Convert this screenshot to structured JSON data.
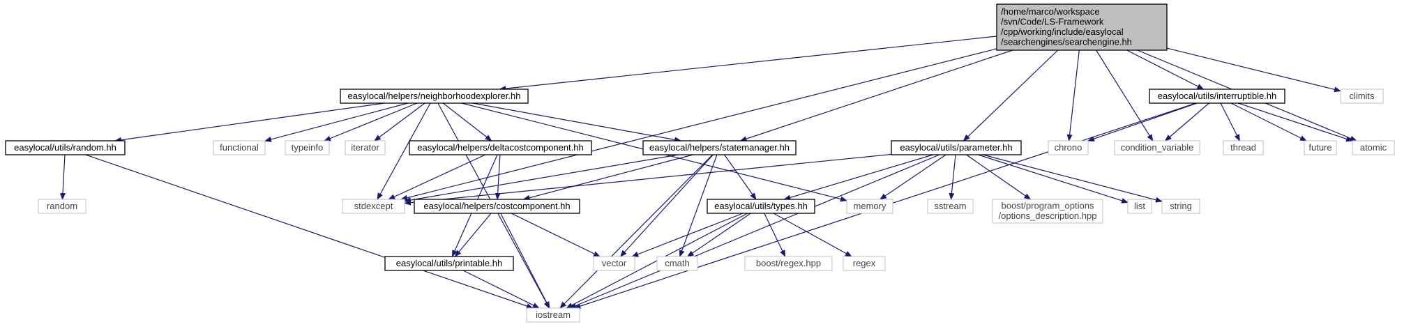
{
  "colors": {
    "edge": "#191970",
    "root_fill": "#bfbfbf",
    "root_stroke": "#000000",
    "local_stroke": "#000000",
    "external_stroke": "#bfbfbf",
    "node_fill": "#ffffff"
  },
  "nodes": {
    "root": {
      "kind": "root",
      "lines": [
        "/home/marco/workspace",
        "/svn/Code/LS-Framework",
        "/cpp/working/include/easylocal",
        "/searchengines/searchengine.hh"
      ]
    },
    "nbhexp": {
      "kind": "local",
      "lines": [
        "easylocal/helpers/neighborhoodexplorer.hh"
      ]
    },
    "random_hh": {
      "kind": "local",
      "lines": [
        "easylocal/utils/random.hh"
      ]
    },
    "random": {
      "kind": "external",
      "lines": [
        "random"
      ]
    },
    "functional": {
      "kind": "external",
      "lines": [
        "functional"
      ]
    },
    "typeinfo": {
      "kind": "external",
      "lines": [
        "typeinfo"
      ]
    },
    "iterator": {
      "kind": "external",
      "lines": [
        "iterator"
      ]
    },
    "deltacost": {
      "kind": "local",
      "lines": [
        "easylocal/helpers/deltacostcomponent.hh"
      ]
    },
    "statemgr": {
      "kind": "local",
      "lines": [
        "easylocal/helpers/statemanager.hh"
      ]
    },
    "parameter": {
      "kind": "local",
      "lines": [
        "easylocal/utils/parameter.hh"
      ]
    },
    "interrupt": {
      "kind": "local",
      "lines": [
        "easylocal/utils/interruptible.hh"
      ]
    },
    "climits": {
      "kind": "external",
      "lines": [
        "climits"
      ]
    },
    "chrono": {
      "kind": "external",
      "lines": [
        "chrono"
      ]
    },
    "condvar": {
      "kind": "external",
      "lines": [
        "condition_variable"
      ]
    },
    "thread": {
      "kind": "external",
      "lines": [
        "thread"
      ]
    },
    "future": {
      "kind": "external",
      "lines": [
        "future"
      ]
    },
    "atomic": {
      "kind": "external",
      "lines": [
        "atomic"
      ]
    },
    "stdexcept": {
      "kind": "external",
      "lines": [
        "stdexcept"
      ]
    },
    "costcomp": {
      "kind": "local",
      "lines": [
        "easylocal/helpers/costcomponent.hh"
      ]
    },
    "memory": {
      "kind": "external",
      "lines": [
        "memory"
      ]
    },
    "types": {
      "kind": "local",
      "lines": [
        "easylocal/utils/types.hh"
      ]
    },
    "sstream": {
      "kind": "external",
      "lines": [
        "sstream"
      ]
    },
    "boost_po": {
      "kind": "external",
      "lines": [
        "boost/program_options",
        "/options_description.hpp"
      ]
    },
    "list": {
      "kind": "external",
      "lines": [
        "list"
      ]
    },
    "string": {
      "kind": "external",
      "lines": [
        "string"
      ]
    },
    "printable": {
      "kind": "local",
      "lines": [
        "easylocal/utils/printable.hh"
      ]
    },
    "vector": {
      "kind": "external",
      "lines": [
        "vector"
      ]
    },
    "cmath": {
      "kind": "external",
      "lines": [
        "cmath"
      ]
    },
    "boost_regex": {
      "kind": "external",
      "lines": [
        "boost/regex.hpp"
      ]
    },
    "regex": {
      "kind": "external",
      "lines": [
        "regex"
      ]
    },
    "iostream": {
      "kind": "external",
      "lines": [
        "iostream"
      ]
    }
  },
  "edges": [
    [
      "root",
      "nbhexp"
    ],
    [
      "root",
      "statemgr"
    ],
    [
      "root",
      "parameter"
    ],
    [
      "root",
      "interrupt"
    ],
    [
      "root",
      "climits"
    ],
    [
      "root",
      "chrono"
    ],
    [
      "root",
      "condvar"
    ],
    [
      "root",
      "atomic"
    ],
    [
      "root",
      "stdexcept"
    ],
    [
      "nbhexp",
      "random_hh"
    ],
    [
      "nbhexp",
      "functional"
    ],
    [
      "nbhexp",
      "typeinfo"
    ],
    [
      "nbhexp",
      "iterator"
    ],
    [
      "nbhexp",
      "deltacost"
    ],
    [
      "nbhexp",
      "statemgr"
    ],
    [
      "nbhexp",
      "memory"
    ],
    [
      "nbhexp",
      "stdexcept"
    ],
    [
      "nbhexp",
      "iostream"
    ],
    [
      "random_hh",
      "random"
    ],
    [
      "random_hh",
      "iostream"
    ],
    [
      "deltacost",
      "stdexcept"
    ],
    [
      "deltacost",
      "costcomp"
    ],
    [
      "deltacost",
      "printable"
    ],
    [
      "statemgr",
      "stdexcept"
    ],
    [
      "statemgr",
      "costcomp"
    ],
    [
      "statemgr",
      "types"
    ],
    [
      "statemgr",
      "vector"
    ],
    [
      "statemgr",
      "cmath"
    ],
    [
      "statemgr",
      "iostream"
    ],
    [
      "parameter",
      "stdexcept"
    ],
    [
      "parameter",
      "types"
    ],
    [
      "parameter",
      "memory"
    ],
    [
      "parameter",
      "sstream"
    ],
    [
      "parameter",
      "boost_po"
    ],
    [
      "parameter",
      "list"
    ],
    [
      "parameter",
      "string"
    ],
    [
      "parameter",
      "iostream"
    ],
    [
      "interrupt",
      "chrono"
    ],
    [
      "interrupt",
      "condvar"
    ],
    [
      "interrupt",
      "thread"
    ],
    [
      "interrupt",
      "future"
    ],
    [
      "interrupt",
      "atomic"
    ],
    [
      "interrupt",
      "iostream"
    ],
    [
      "costcomp",
      "printable"
    ],
    [
      "costcomp",
      "vector"
    ],
    [
      "costcomp",
      "iostream"
    ],
    [
      "types",
      "vector"
    ],
    [
      "types",
      "cmath"
    ],
    [
      "types",
      "boost_regex"
    ],
    [
      "types",
      "regex"
    ],
    [
      "types",
      "iostream"
    ],
    [
      "printable",
      "iostream"
    ]
  ]
}
